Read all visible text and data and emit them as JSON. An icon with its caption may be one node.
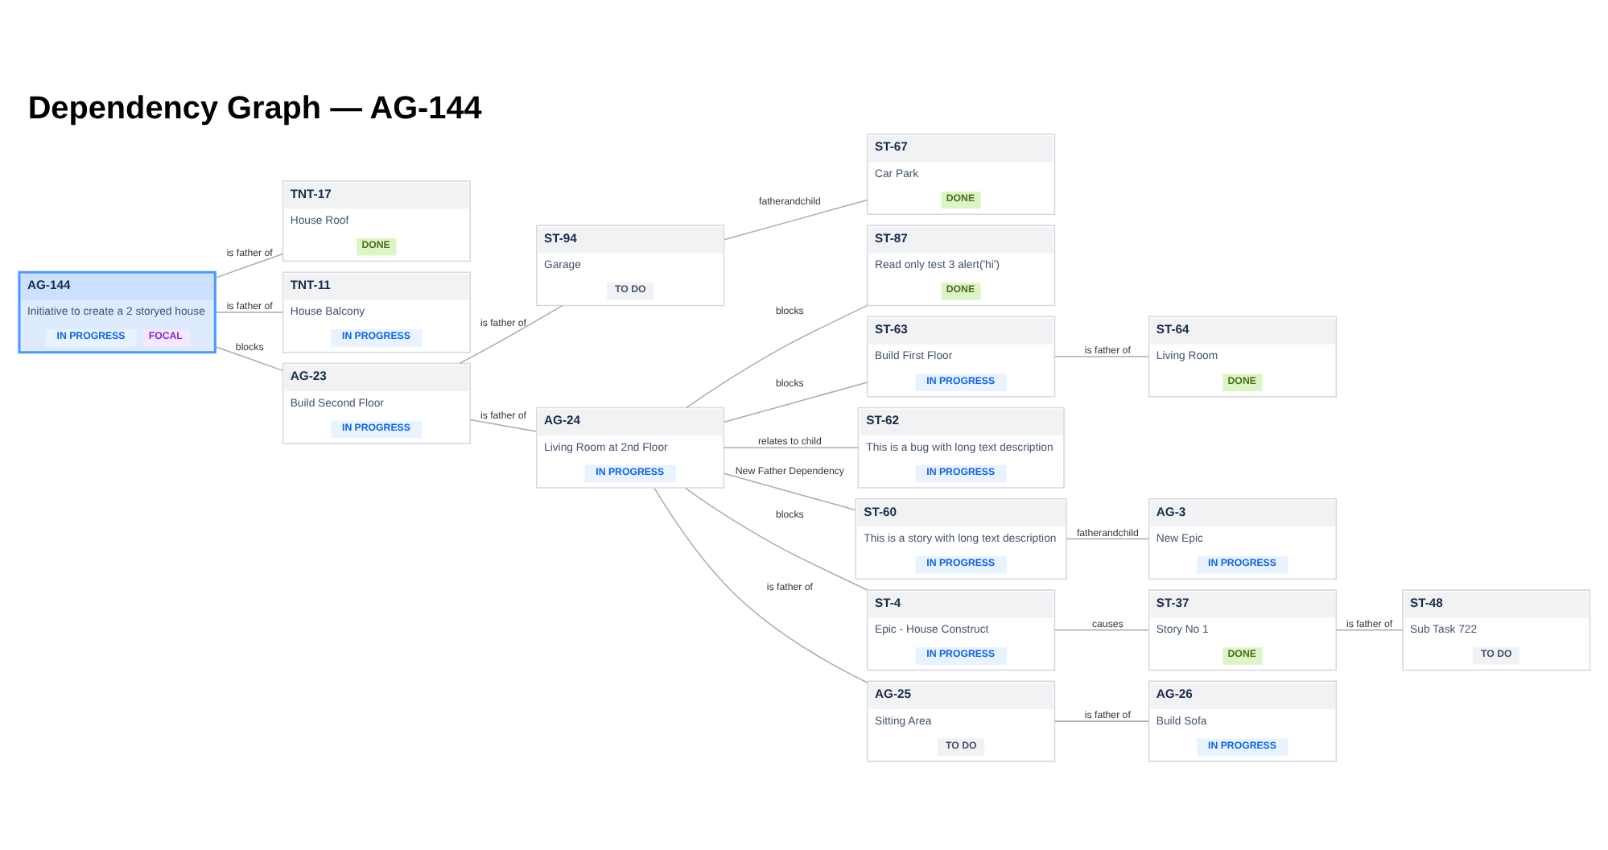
{
  "diagram": {
    "title": "Dependency Graph — AG-144",
    "nodes": [
      {
        "text": [
          "AG-144",
          "Initiative to create a 2 storyed house",
          "IN PROGRESS",
          "FOCAL"
        ]
      },
      {
        "text": [
          "TNT-17",
          "House Roof",
          "DONE"
        ]
      },
      {
        "text": [
          "TNT-11",
          "House Balcony",
          "IN PROGRESS"
        ]
      },
      {
        "text": [
          "AG-23",
          "Build Second Floor",
          "IN PROGRESS"
        ]
      },
      {
        "text": [
          "ST-94",
          "Garage",
          "TO DO"
        ]
      },
      {
        "text": [
          "AG-24",
          "Living Room at 2nd Floor",
          "IN PROGRESS"
        ]
      },
      {
        "text": [
          "ST-67",
          "Car Park",
          "DONE"
        ]
      },
      {
        "text": [
          "ST-87",
          "Read only test 3 alert('hi')",
          "DONE"
        ]
      },
      {
        "text": [
          "ST-63",
          "Build First Floor",
          "IN PROGRESS"
        ]
      },
      {
        "text": [
          "ST-62",
          "This is a bug with long text description",
          "IN PROGRESS"
        ]
      },
      {
        "text": [
          "ST-60",
          "This is a story with long text description",
          "IN PROGRESS"
        ]
      },
      {
        "text": [
          "ST-4",
          "Epic - House Construct",
          "IN PROGRESS"
        ]
      },
      {
        "text": [
          "AG-25",
          "Sitting Area",
          "TO DO"
        ]
      },
      {
        "text": [
          "ST-64",
          "Living Room",
          "DONE"
        ]
      },
      {
        "text": [
          "AG-3",
          "New Epic",
          "IN PROGRESS"
        ]
      },
      {
        "text": [
          "ST-37",
          "Story No 1",
          "DONE"
        ]
      },
      {
        "text": [
          "AG-26",
          "Build Sofa",
          "IN PROGRESS"
        ]
      },
      {
        "text": [
          "ST-48",
          "Sub Task 722",
          "TO DO"
        ]
      }
    ],
    "edges": [
      {
        "from": 0,
        "to": 1,
        "arrow": "none",
        "label": "is father of"
      },
      {
        "from": 0,
        "to": 2,
        "arrow": "none",
        "label": "is father of"
      },
      {
        "from": 0,
        "to": 3,
        "arrow": "none",
        "label": "blocks"
      },
      {
        "from": 3,
        "to": 4,
        "arrow": "none",
        "label": "is father of"
      },
      {
        "from": 3,
        "to": 5,
        "arrow": "none",
        "label": "is father of"
      },
      {
        "from": 4,
        "to": 6,
        "arrow": "none",
        "label": "fatherandchild"
      },
      {
        "from": 5,
        "to": 7,
        "arrow": "none",
        "label": "blocks"
      },
      {
        "from": 5,
        "to": 8,
        "arrow": "none",
        "label": "blocks"
      },
      {
        "from": 5,
        "to": 9,
        "arrow": "none",
        "label": "relates to child"
      },
      {
        "from": 5,
        "to": 10,
        "arrow": "none",
        "label": "New Father Dependency"
      },
      {
        "from": 5,
        "to": 11,
        "arrow": "none",
        "label": "blocks"
      },
      {
        "from": 5,
        "to": 12,
        "arrow": "none",
        "label": "is father of"
      },
      {
        "from": 8,
        "to": 13,
        "arrow": "none",
        "label": "is father of"
      },
      {
        "from": 10,
        "to": 14,
        "arrow": "none",
        "label": "fatherandchild"
      },
      {
        "from": 11,
        "to": 15,
        "arrow": "none",
        "label": "causes"
      },
      {
        "from": 12,
        "to": 16,
        "arrow": "none",
        "label": "is father of"
      },
      {
        "from": 15,
        "to": 17,
        "arrow": "none",
        "label": "is father of"
      }
    ]
  }
}
